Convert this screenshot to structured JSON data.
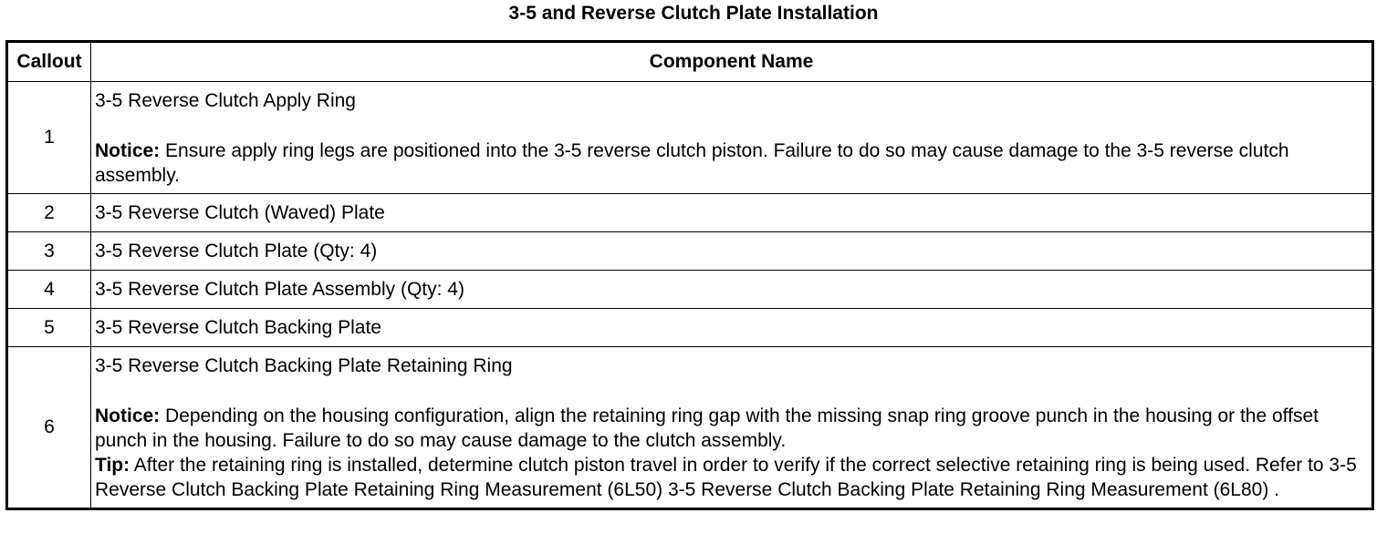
{
  "title": "3-5 and Reverse Clutch Plate Installation",
  "headers": {
    "callout": "Callout",
    "component": "Component Name"
  },
  "rows": [
    {
      "callout": "1",
      "name": "3-5 Reverse Clutch Apply Ring",
      "notice_label": "Notice:",
      "notice": " Ensure apply ring legs are positioned into the 3-5 reverse clutch piston. Failure to do so may cause damage to the 3-5 reverse clutch assembly."
    },
    {
      "callout": "2",
      "name": "3-5 Reverse Clutch (Waved) Plate"
    },
    {
      "callout": "3",
      "name": "3-5 Reverse Clutch Plate (Qty: 4)"
    },
    {
      "callout": "4",
      "name": "3-5 Reverse Clutch Plate Assembly (Qty: 4)"
    },
    {
      "callout": "5",
      "name": "3-5 Reverse Clutch Backing Plate"
    },
    {
      "callout": "6",
      "name": "3-5 Reverse Clutch Backing Plate Retaining Ring",
      "notice_label": "Notice:",
      "notice": " Depending on the housing configuration, align the retaining ring gap with the missing snap ring groove punch in the housing or the offset punch in the housing. Failure to do so may cause damage to the clutch assembly.",
      "tip_label": "Tip:",
      "tip": " After the retaining ring is installed, determine clutch piston travel in order to verify if the correct selective retaining ring is being used. Refer to 3-5 Reverse Clutch Backing Plate Retaining Ring Measurement (6L50) 3-5 Reverse Clutch Backing Plate Retaining Ring Measurement (6L80) ."
    }
  ]
}
